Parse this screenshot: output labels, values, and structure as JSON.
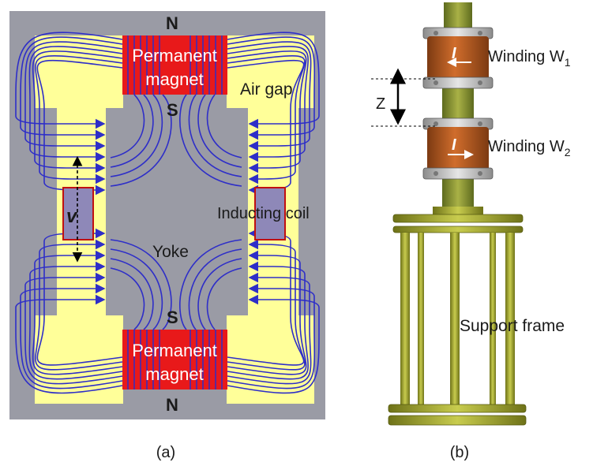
{
  "panel_a": {
    "caption": "(a)",
    "pole_n_top": "N",
    "pole_s_top": "S",
    "pole_s_bottom": "S",
    "pole_n_bottom": "N",
    "magnet_top_line1": "Permanent",
    "magnet_top_line2": "magnet",
    "magnet_bottom_line1": "Permanent",
    "magnet_bottom_line2": "magnet",
    "air_gap": "Air gap",
    "inducting_coil": "Inducting coil",
    "yoke": "Yoke",
    "velocity_symbol": "v"
  },
  "panel_b": {
    "caption": "(b)",
    "winding1_prefix": "Winding W",
    "winding1_sub": "1",
    "winding2_prefix": "Winding W",
    "winding2_sub": "2",
    "distance_label": "Z",
    "current_symbol_1": "I",
    "current_symbol_2": "I",
    "support_frame": "Support frame"
  },
  "colors": {
    "background": "#9a9ba5",
    "yoke": "#ffff99",
    "magnet": "#e8191a",
    "flux_line": "#2e2ec8",
    "coil": "#8e88b8",
    "winding": "#b8561d",
    "frame": "#a4a82a"
  }
}
